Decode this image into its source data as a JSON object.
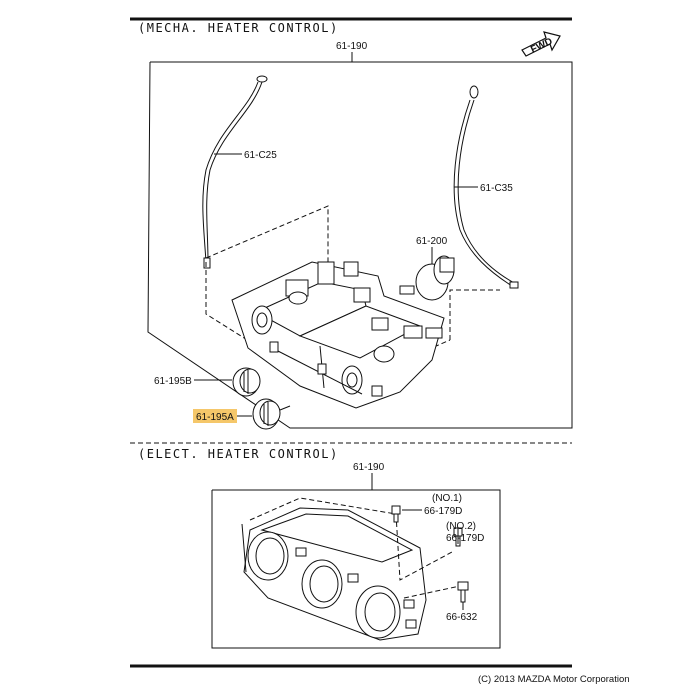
{
  "sections": {
    "mechanical_title": "(MECHA. HEATER CONTROL)",
    "electric_title": "(ELECT. HEATER CONTROL)"
  },
  "direction_badge": "FWD",
  "mechanical_parts": {
    "assembly": "61-190",
    "cable_left": "61-C25",
    "cable_right": "61-C35",
    "motor": "61-200",
    "knob_b": "61-195B",
    "knob_a": "61-195A"
  },
  "electric_parts": {
    "assembly": "61-190",
    "screw_no1_note": "(NO.1)",
    "screw_no1": "66-179D",
    "screw_no2_note": "(NO.2)",
    "screw_no2": "66-179D",
    "screw_3": "66-632"
  },
  "highlight_color": "#f5c76a",
  "copyright": "(C) 2013 MAZDA Motor Corporation"
}
